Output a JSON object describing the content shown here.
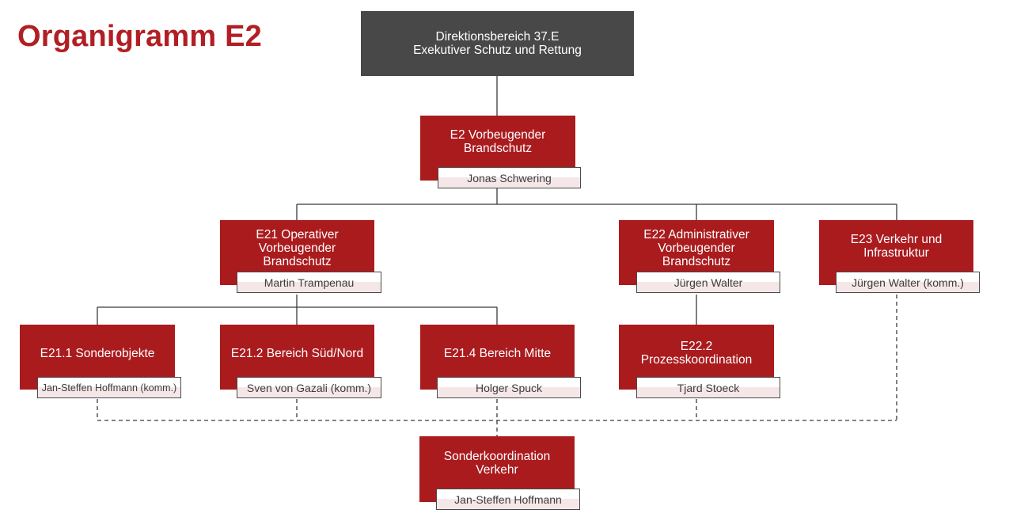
{
  "title": "Organigramm E2",
  "head": "Direktionsbereich 37.E\nExekutiver Schutz und Rettung",
  "e2": {
    "label": "E2 Vorbeugender\nBrandschutz",
    "person": "Jonas Schwering"
  },
  "e21": {
    "label": "E21 Operativer\nVorbeugender\nBrandschutz",
    "person": "Martin Trampenau"
  },
  "e22": {
    "label": "E22 Administrativer\nVorbeugender\nBrandschutz",
    "person": "Jürgen Walter"
  },
  "e23": {
    "label": "E23 Verkehr und\nInfrastruktur",
    "person": "Jürgen Walter (komm.)"
  },
  "e21_1": {
    "label": "E21.1 Sonderobjekte",
    "person": "Jan-Steffen Hoffmann (komm.)"
  },
  "e21_2": {
    "label": "E21.2 Bereich Süd/Nord",
    "person": "Sven von Gazali (komm.)"
  },
  "e21_4": {
    "label": "E21.4 Bereich Mitte",
    "person": "Holger Spuck"
  },
  "e22_2": {
    "label": "E22.2\nProzesskoordination",
    "person": "Tjard Stoeck"
  },
  "sonder": {
    "label": "Sonderkoordination\nVerkehr",
    "person": "Jan-Steffen Hoffmann"
  },
  "colors": {
    "accent": "#aa1b1e",
    "title": "#b11f24",
    "head": "#484848",
    "line": "#3a3a3a"
  }
}
